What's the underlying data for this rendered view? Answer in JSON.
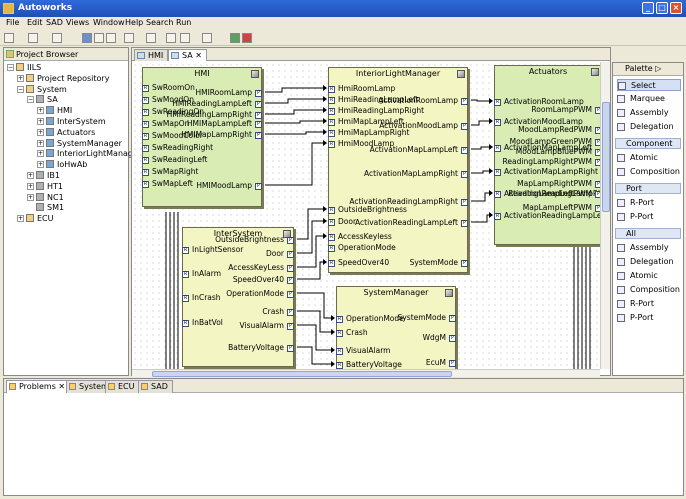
{
  "window": {
    "title": "Autoworks"
  },
  "menu": [
    "File",
    "Edit",
    "SAD",
    "Views",
    "Window",
    "Help",
    "Search",
    "Run"
  ],
  "project_browser": {
    "title": "Project Browser",
    "tree": [
      {
        "label": "IILS",
        "level": 0,
        "expander": "−"
      },
      {
        "label": "Project Repository",
        "level": 1,
        "expander": "+"
      },
      {
        "label": "System",
        "level": 1,
        "expander": "−"
      },
      {
        "label": "SA",
        "level": 2,
        "expander": "−"
      },
      {
        "label": "HMI",
        "level": 3,
        "expander": "+"
      },
      {
        "label": "InterSystem",
        "level": 3,
        "expander": "+"
      },
      {
        "label": "Actuators",
        "level": 3,
        "expander": "+"
      },
      {
        "label": "SystemManager",
        "level": 3,
        "expander": "+"
      },
      {
        "label": "InteriorLightManager",
        "level": 3,
        "expander": "+"
      },
      {
        "label": "IoHwAb",
        "level": 3,
        "expander": "+"
      },
      {
        "label": "IB1",
        "level": 2,
        "expander": "+"
      },
      {
        "label": "HT1",
        "level": 2,
        "expander": "+"
      },
      {
        "label": "NC1",
        "level": 2,
        "expander": "+"
      },
      {
        "label": "SM1",
        "level": 2,
        "expander": ""
      },
      {
        "label": "ECU",
        "level": 1,
        "expander": "+"
      }
    ]
  },
  "editor": {
    "tabs": [
      {
        "label": "HMI",
        "active": false
      },
      {
        "label": "SA",
        "active": true
      }
    ],
    "blocks": {
      "hmi": {
        "title": "HMI",
        "in_ports": [
          "SwRoomOn",
          "SwMoodOn",
          "SwReadingOn",
          "SwMapOn",
          "SwMoodColor",
          "SwReadingRight",
          "SwReadingLeft",
          "SwMapRight",
          "SwMapLeft"
        ],
        "out_ports": [
          "HMIRoomLamp",
          "HMIReadingLampLeft",
          "HMIReadingLampRight",
          "HMIMapLampLeft",
          "HMIMapLampRight",
          "HMIMoodLamp"
        ]
      },
      "ilm": {
        "title": "InteriorLightManager",
        "in_ports": [
          "HmiRoomLamp",
          "HmiReadingLampLeft",
          "HmiReadingLampRight",
          "HmiMapLampLeft",
          "HmiMapLampRight",
          "HmiMoodLamp",
          "OutsideBrightness",
          "Door",
          "AccessKeyless",
          "OperationMode",
          "SpeedOver40"
        ],
        "out_ports": [
          "ActivationRoomLamp",
          "ActivationMoodLamp",
          "ActivationMapLampLeft",
          "ActivationMapLampRight",
          "ActivationReadingLampRight",
          "ActivationReadingLampLeft",
          "SystemMode"
        ]
      },
      "act": {
        "title": "Actuators",
        "in_ports": [
          "ActivationRoomLamp",
          "ActivationMoodLamp",
          "ActivationMapLampLeft",
          "ActivationMapLampRight",
          "ActivationReadingLampRight",
          "ActivationReadingLampLeft"
        ],
        "out_ports": [
          "RoomLampPWM",
          "MoodLampRedPWM",
          "MoodLampGreenPWM",
          "MoodLampBluePWM",
          "ReadingLampRightPWM",
          "MapLampRightPWM",
          "ReadingLampLeftPWM",
          "MapLampLeftPWM"
        ]
      },
      "inter": {
        "title": "InterSystem",
        "in_ports": [
          "InLightSensor",
          "InAlarm",
          "InCrash",
          "InBatVol"
        ],
        "out_ports": [
          "OutsideBrightness",
          "Door",
          "AccessKeyLess",
          "SpeedOver40",
          "OperationMode",
          "Crash",
          "VisualAlarm",
          "BatteryVoltage"
        ]
      },
      "sm": {
        "title": "SystemManager",
        "in_ports": [
          "OperationMode",
          "Crash",
          "VisualAlarm",
          "BatteryVoltage"
        ],
        "out_ports": [
          "SystemMode",
          "WdgM",
          "EcuM"
        ]
      }
    }
  },
  "palette": {
    "title": "Palette",
    "tools": [
      "Select",
      "Marquee",
      "Assembly",
      "Delegation"
    ],
    "drawers": [
      {
        "label": "Component",
        "items": [
          "Atomic",
          "Composition"
        ]
      },
      {
        "label": "Port",
        "items": [
          "R-Port",
          "P-Port"
        ]
      },
      {
        "label": "All",
        "items": [
          "Assembly",
          "Delegation",
          "Atomic",
          "Composition",
          "R-Port",
          "P-Port"
        ]
      }
    ]
  },
  "bottom": {
    "tabs": [
      {
        "label": "Problems",
        "active": true
      },
      {
        "label": "System",
        "active": false
      },
      {
        "label": "ECU",
        "active": false
      },
      {
        "label": "SAD",
        "active": false
      }
    ]
  }
}
